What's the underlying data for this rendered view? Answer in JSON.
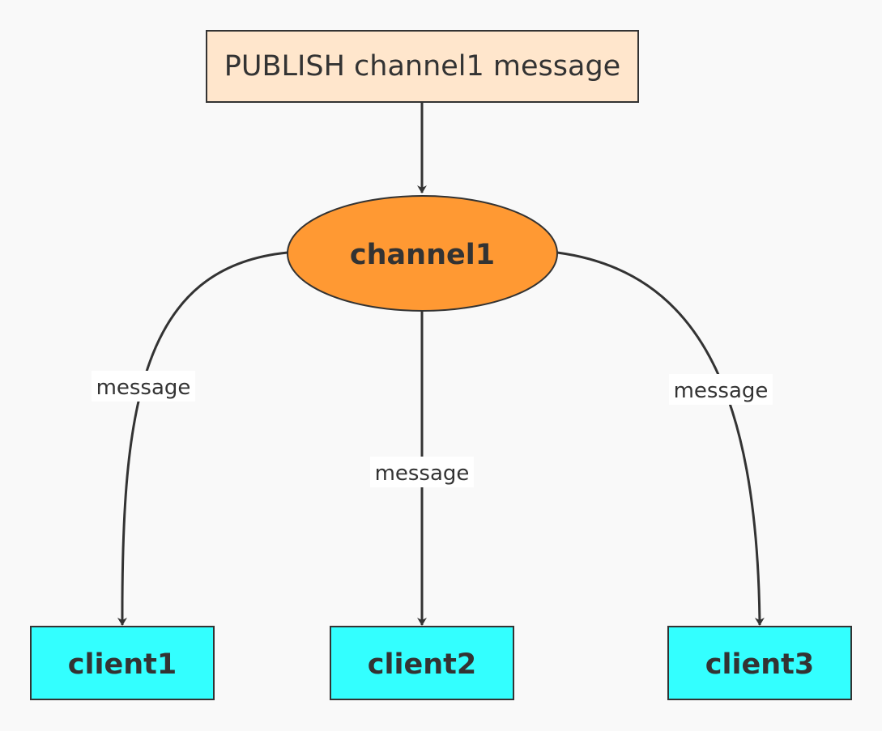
{
  "publisher": {
    "label": "PUBLISH channel1 message",
    "fill": "#ffe6cc"
  },
  "channel": {
    "label": "channel1",
    "fill": "#ff9933"
  },
  "clients": [
    {
      "label": "client1"
    },
    {
      "label": "client2"
    },
    {
      "label": "client3"
    }
  ],
  "client_fill": "#33ffff",
  "edge_labels": [
    "message",
    "message",
    "message"
  ],
  "stroke_color": "#333333"
}
